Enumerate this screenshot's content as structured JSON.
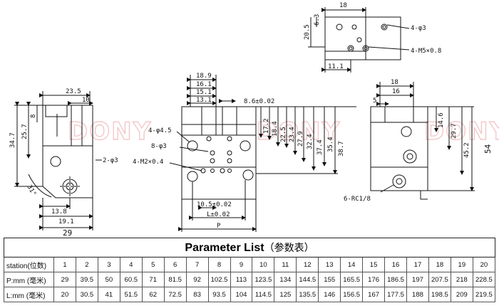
{
  "watermark": "DONY",
  "views": {
    "top_right": {
      "dims": {
        "width_top": "18",
        "h_small": "6.3",
        "h_side": "20.5",
        "bottom": "11.1"
      },
      "callouts": {
        "holes": "4-φ3",
        "threads": "4-M5×0.8"
      }
    },
    "left_side": {
      "dims": {
        "top_width": "23.5",
        "top_inner": "10",
        "h_total": "34.7",
        "h_upper": "25.7",
        "h_slot": "8",
        "bottom_inner": "13.8",
        "bottom_mid": "19.1",
        "bottom_total": "29",
        "angle": "31°"
      },
      "callouts": {
        "holes": "2-φ3"
      }
    },
    "front": {
      "dims": {
        "top": [
          "18.9",
          "16.1",
          "15.1",
          "13.1"
        ],
        "pitch_tol": "8.6±0.02",
        "verticals": [
          "17.2",
          "18.4",
          "22.5",
          "23.4",
          "27.9",
          "32.4",
          "37.4",
          "35.4",
          "38.7"
        ],
        "bottom_pitch": "10.5±0.02",
        "l_tol": "L±0.02",
        "p": "P"
      },
      "callouts": {
        "mount": "4-φ4.5",
        "pin": "8-φ3",
        "thread": "4-M2×0.4"
      }
    },
    "right_side": {
      "dims": {
        "top": "18",
        "inner": "16",
        "small": "5",
        "h1": "14.6",
        "h2": "29.7",
        "h3": "45.2",
        "h_total": "54"
      },
      "callouts": {
        "port": "6-RC1/8"
      }
    }
  },
  "table": {
    "title": "Parameter List",
    "title_cn": "（参数表）",
    "rows": [
      {
        "label": "station(位数)",
        "values": [
          "1",
          "2",
          "3",
          "4",
          "5",
          "6",
          "7",
          "8",
          "9",
          "10",
          "11",
          "12",
          "13",
          "14",
          "15",
          "16",
          "17",
          "18",
          "19",
          "20"
        ]
      },
      {
        "label": "P:mm (毫米)",
        "values": [
          "29",
          "39.5",
          "50",
          "60.5",
          "71",
          "81.5",
          "92",
          "102.5",
          "113",
          "123.5",
          "134",
          "144.5",
          "155",
          "165.5",
          "176",
          "186.5",
          "197",
          "207.5",
          "218",
          "228.5"
        ]
      },
      {
        "label": "L:mm (毫米)",
        "values": [
          "20",
          "30.5",
          "41",
          "51.5",
          "62",
          "72.5",
          "83",
          "93.5",
          "104",
          "114.5",
          "125",
          "135.5",
          "146",
          "156.5",
          "167",
          "177.5",
          "188",
          "198.5",
          "209",
          "219.5"
        ]
      }
    ]
  }
}
